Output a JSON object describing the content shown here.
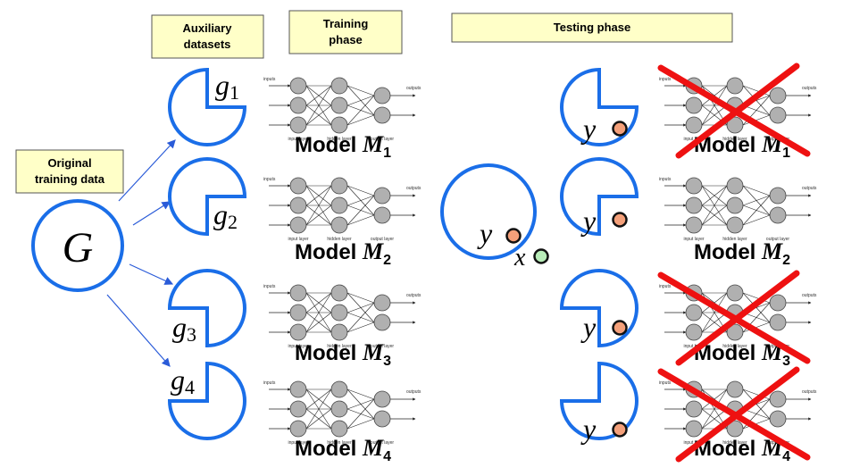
{
  "labels": {
    "original": [
      "Original",
      "training data"
    ],
    "auxiliary": [
      "Auxiliary",
      "datasets"
    ],
    "training": [
      "Training",
      "phase"
    ],
    "testing": "Testing phase"
  },
  "symbols": {
    "G": "G",
    "g": "g",
    "subs": [
      "1",
      "2",
      "3",
      "4"
    ],
    "y": "y",
    "x": "x",
    "model_word": "Model",
    "M": "M"
  },
  "nn_labels": {
    "inputs": "inputs",
    "outputs": "outputs",
    "input_layer": "input layer",
    "hidden_layer": "hidden layer",
    "output_layer": "output layer"
  },
  "testing_models_crossed": [
    true,
    false,
    true,
    true
  ],
  "colors": {
    "circle": "#1a6ee8",
    "arrow": "#2a5bd8",
    "box_fill": "#ffffc8",
    "box_stroke": "#555555",
    "cross": "#ee1111",
    "y_point": "#f4a07a",
    "x_point": "#b8ecb8",
    "node": "#b0b0b0"
  }
}
